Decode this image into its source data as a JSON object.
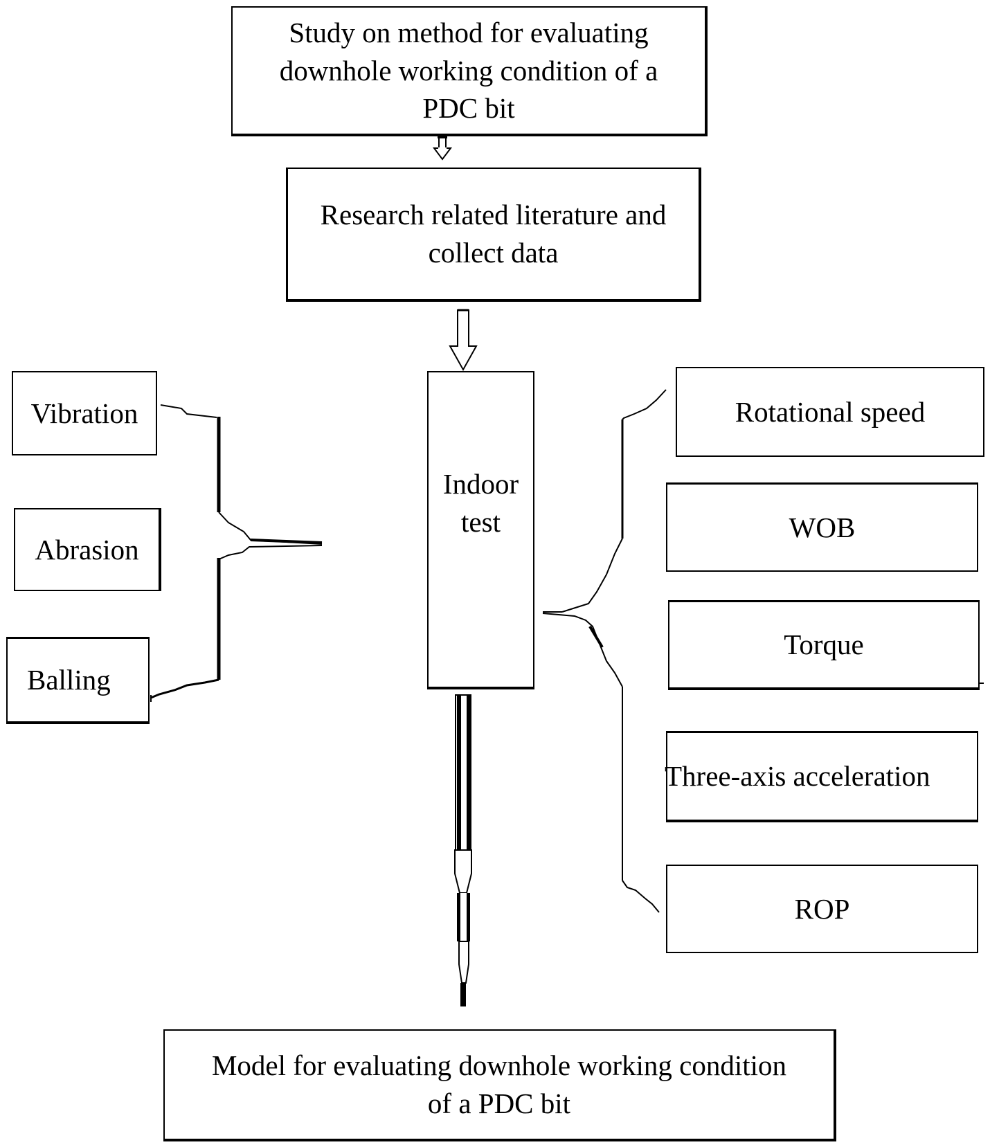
{
  "diagram": {
    "type": "flowchart",
    "nodes": {
      "study": {
        "label_lines": [
          "Study on method for evaluating",
          "downhole working condition of a",
          "PDC bit"
        ]
      },
      "research": {
        "label_lines": [
          "Research related literature and",
          "collect data"
        ]
      },
      "indoor_test": {
        "label_lines": [
          "Indoor",
          "test"
        ]
      },
      "left_items": [
        {
          "label": "Vibration"
        },
        {
          "label": "Abrasion"
        },
        {
          "label": "Balling"
        }
      ],
      "right_items": [
        {
          "label": "Rotational speed"
        },
        {
          "label": "WOB"
        },
        {
          "label": "Torque"
        },
        {
          "label": "Three-axis acceleration"
        },
        {
          "label": "ROP"
        }
      ],
      "model": {
        "label_lines": [
          "Model for evaluating downhole working condition",
          "of a PDC bit"
        ]
      }
    },
    "edges": [
      {
        "from": "study",
        "to": "research",
        "style": "hollow-arrow"
      },
      {
        "from": "research",
        "to": "indoor_test",
        "style": "hollow-arrow"
      },
      {
        "from": "indoor_test",
        "to": "model",
        "style": "double-line-arrow"
      },
      {
        "from": "left_items",
        "to": "indoor_test",
        "style": "brace"
      },
      {
        "from": "indoor_test",
        "to": "right_items",
        "style": "brace"
      }
    ],
    "colors": {
      "stroke": "#000000",
      "background": "#ffffff"
    }
  }
}
